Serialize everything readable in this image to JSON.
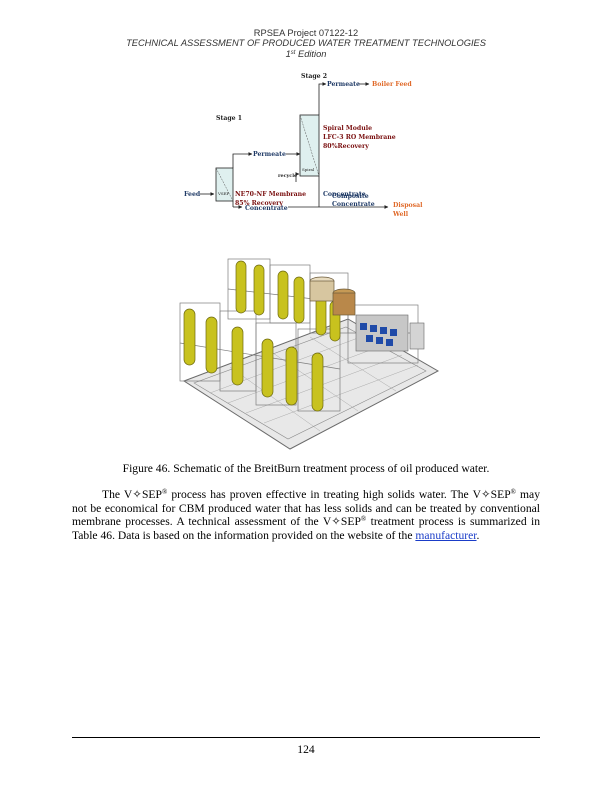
{
  "header": {
    "line1": "RPSEA Project 07122-12",
    "line2": "TECHNICAL ASSESSMENT OF PRODUCED WATER TREATMENT TECHNOLOGIES",
    "edition_num": "1",
    "edition_sup": "st",
    "edition_word": " Edition"
  },
  "schematic": {
    "stage1": "Stage 1",
    "stage2": "Stage 2",
    "feed": "Feed",
    "permeate1": "Permeate",
    "permeate2": "Permeate",
    "boiler_feed": "Boiler Feed",
    "recycle": "recycle",
    "vsep_label": "VSEP",
    "spiral_label": "Spiral",
    "nf_line1": "NE70-NF Membrane",
    "nf_line2": "85% Recovery",
    "ro_line1": "Spiral Module",
    "ro_line2": "LFC-3 RO Membrane",
    "ro_line3": "80%Recovery",
    "concentrate_mid": "Concentrate",
    "composite1": "Composite",
    "composite2": "Concentrate",
    "concentrate_bottom": "Concentrate",
    "disposal1": "Disposal",
    "disposal2": "Well",
    "colors": {
      "dark_blue": "#1f3a66",
      "dark_red": "#7a1010",
      "orange": "#e06a2a",
      "module_fill": "#dff0ef"
    }
  },
  "figure_caption": "Figure 46. Schematic of the BreitBurn treatment process of oil produced water.",
  "paragraph": {
    "t1": "The V✧SEP",
    "reg1": "®",
    "t2": " process has proven effective in treating high solids water. The V✧SEP",
    "reg2": "®",
    "t3": " may not be economical for CBM produced water that has less solids and can be treated by conventional membrane processes. A technical assessment of the V✧SEP",
    "reg3": "®",
    "t4": " treatment process is summarized in Table 46. Data is based on the information provided on the website of the ",
    "link": "manufacturer",
    "t5": "."
  },
  "page_number": "124"
}
